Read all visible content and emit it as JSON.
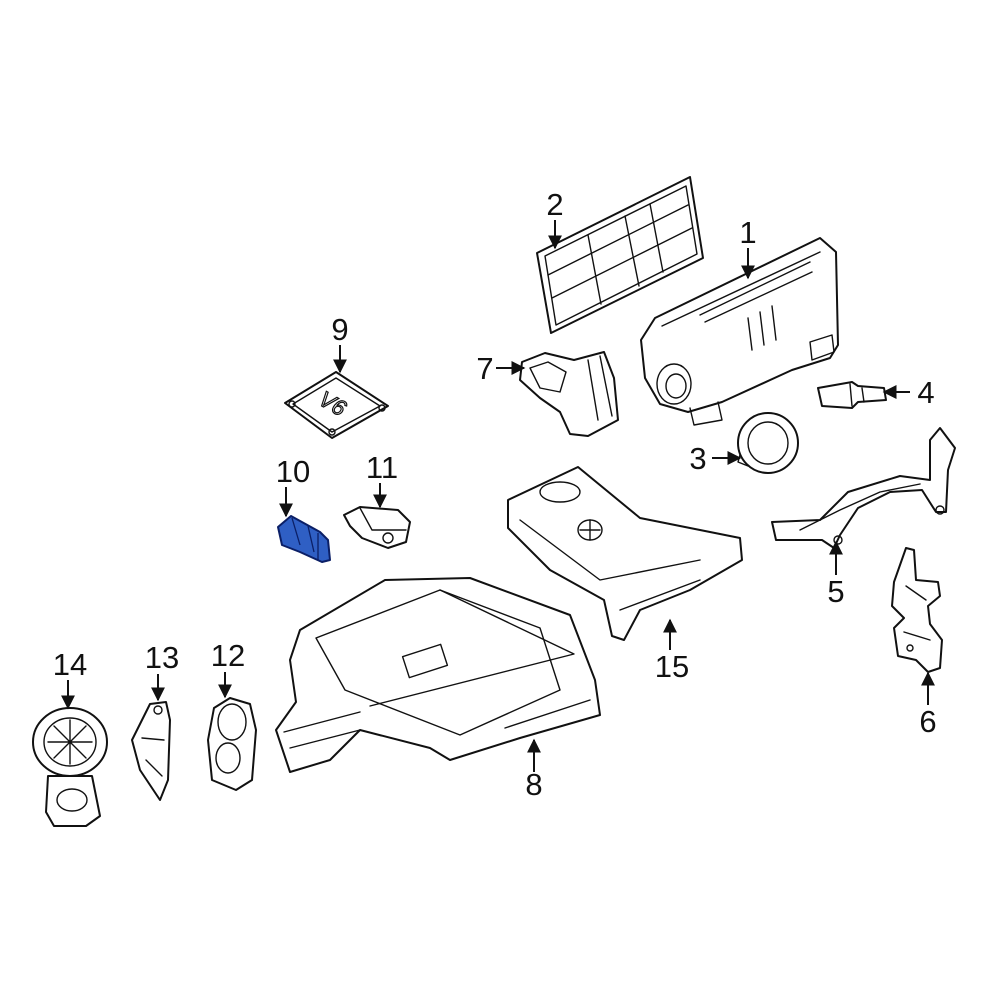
{
  "diagram": {
    "callouts": [
      {
        "id": "1",
        "label": "1"
      },
      {
        "id": "2",
        "label": "2"
      },
      {
        "id": "3",
        "label": "3"
      },
      {
        "id": "4",
        "label": "4"
      },
      {
        "id": "5",
        "label": "5"
      },
      {
        "id": "6",
        "label": "6"
      },
      {
        "id": "7",
        "label": "7"
      },
      {
        "id": "8",
        "label": "8"
      },
      {
        "id": "9",
        "label": "9"
      },
      {
        "id": "10",
        "label": "10"
      },
      {
        "id": "11",
        "label": "11"
      },
      {
        "id": "12",
        "label": "12"
      },
      {
        "id": "13",
        "label": "13"
      },
      {
        "id": "14",
        "label": "14"
      },
      {
        "id": "15",
        "label": "15"
      }
    ],
    "highlighted_part": "10",
    "highlight_color": "#2f5fc4",
    "line_color": "#111111",
    "cover_emblem": "V6"
  }
}
